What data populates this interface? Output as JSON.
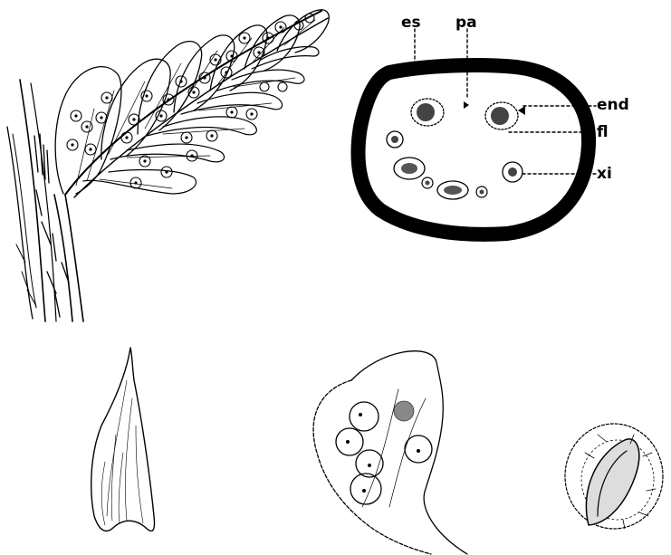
{
  "labels": {
    "epidermis": "es",
    "parenchyma": "pa",
    "endodermis": "end",
    "phloem": "fl",
    "xylem": "xi"
  }
}
